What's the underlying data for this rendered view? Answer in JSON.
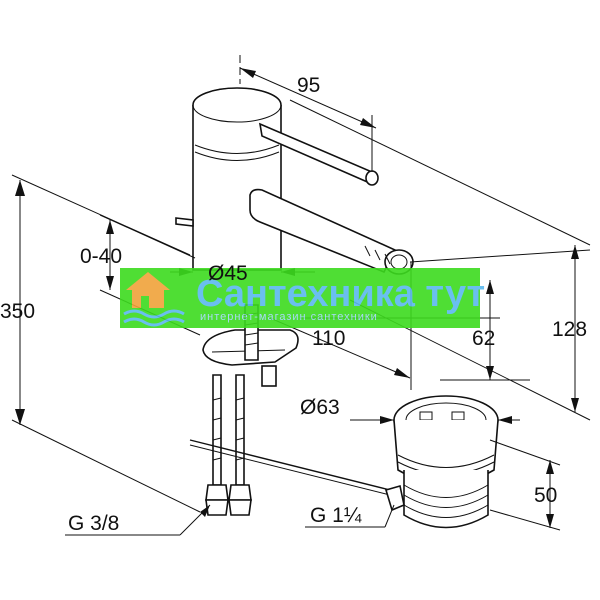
{
  "dimensions": {
    "d95": "95",
    "d0_40": "0-40",
    "d45": "Ø45",
    "d350": "350",
    "d110": "110",
    "d62": "62",
    "d128": "128",
    "d63": "Ø63",
    "d50": "50",
    "g38": "G 3/8",
    "g114": "G 1¼"
  },
  "watermark": {
    "title": "Сантехника тут",
    "subtitle": "интернет-магазин сантехники",
    "background_color": "#3ddb1f",
    "text_color": "#5ab9ee"
  }
}
